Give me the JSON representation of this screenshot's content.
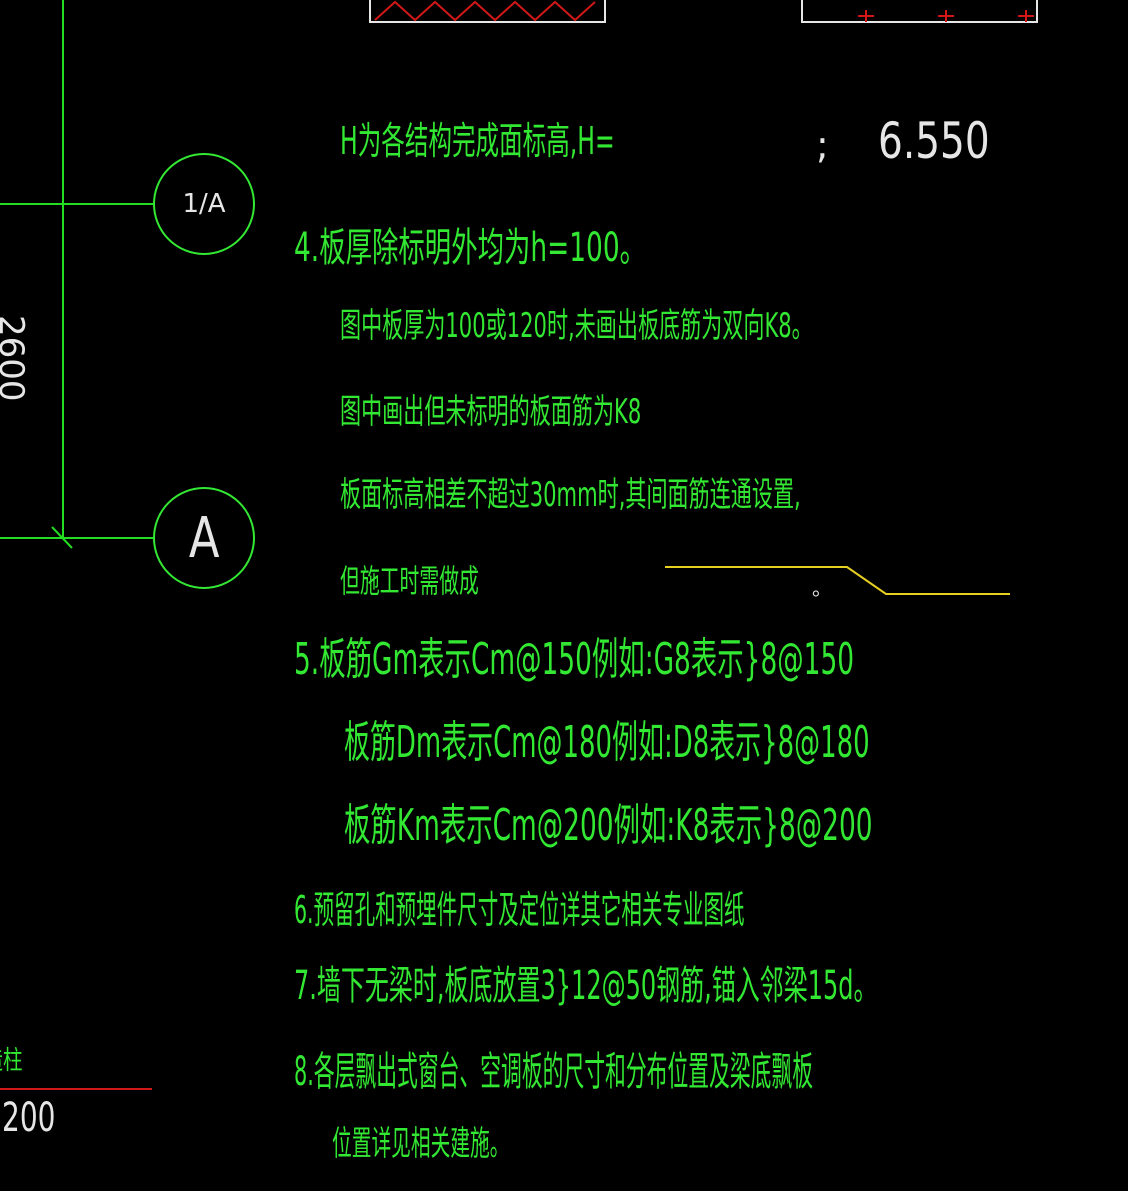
{
  "colors": {
    "background": "#000000",
    "text_green": "#33e833",
    "line_green": "#22dd22",
    "text_white": "#e6e6e6",
    "line_yellow": "#e8d020",
    "line_red": "#d01818"
  },
  "axes": {
    "bubble_1a": "1/A",
    "bubble_a": "A",
    "dimension_2600": "2600"
  },
  "legend": {
    "column_label": "构造柱",
    "column_value": "200"
  },
  "notes": {
    "h_prefix": "H为各结构完成面标高,H=",
    "h_sep": ";",
    "h_value": "6.550",
    "n4_title": "4.板厚除标明外均为h=100。",
    "n4_line1": "图中板厚为100或120时,未画出板底筋为双向K8。",
    "n4_line2": "图中画出但未标明的板面筋为K8",
    "n4_line3": "板面标高相差不超过30mm时,其间面筋连通设置,",
    "n4_line4": "但施工时需做成",
    "n4_dot": "。",
    "n5_title": "5.板筋Gm表示Cm@150例如:G8表示}8@150",
    "n5_line1": "板筋Dm表示Cm@180例如:D8表示}8@180",
    "n5_line2": "板筋Km表示Cm@200例如:K8表示}8@200",
    "n6": "6.预留孔和预埋件尺寸及定位详其它相关专业图纸",
    "n7": "7.墙下无梁时,板底放置3}12@50钢筋,锚入邻梁15d。",
    "n8_line1": "8.各层飘出式窗台、空调板的尺寸和分布位置及梁底飘板",
    "n8_line2": "位置详见相关建施。"
  }
}
